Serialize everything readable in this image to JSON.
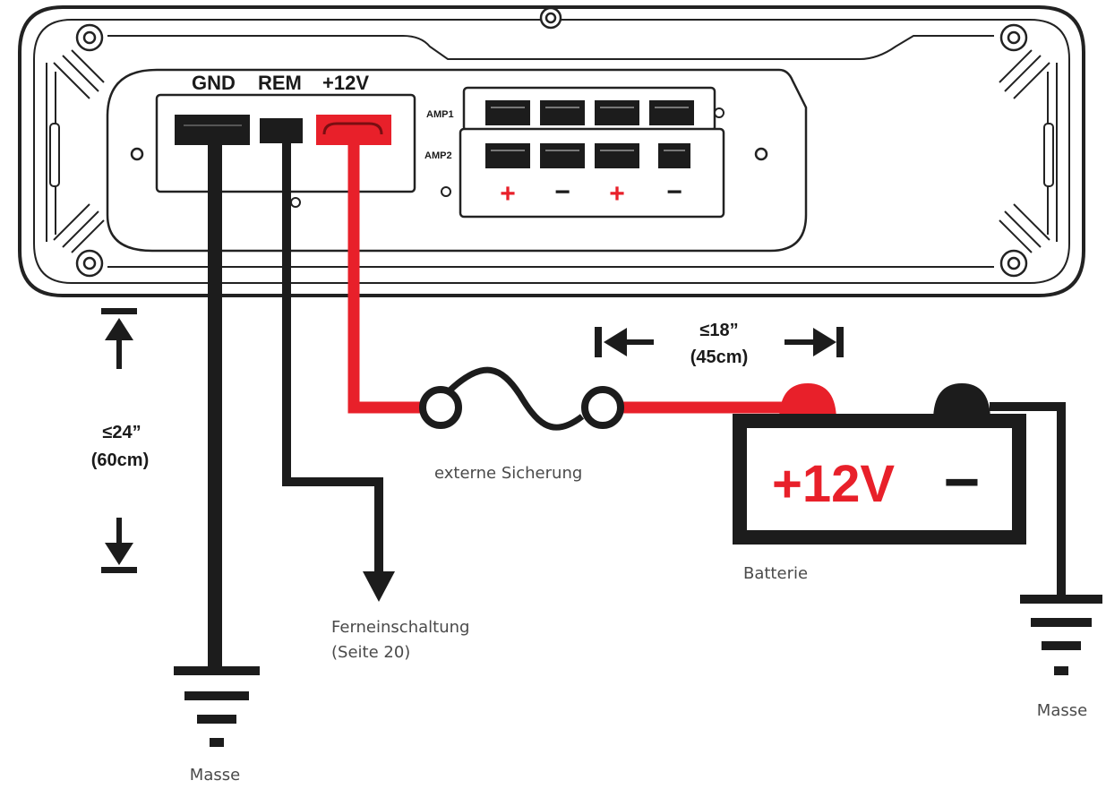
{
  "terminals": {
    "gnd": "GND",
    "rem": "REM",
    "plus12v": "+12V"
  },
  "speaker_blocks": {
    "amp1": "AMP1",
    "amp2": "AMP2",
    "polarity": [
      "+",
      "−",
      "+",
      "−"
    ]
  },
  "measurements": {
    "ground_max": "≤24”",
    "ground_max_metric": "(60cm)",
    "fuse_max": "≤18”",
    "fuse_max_metric": "(45cm)"
  },
  "labels": {
    "fuse": "externe Sicherung",
    "remote": "Ferneinschaltung",
    "remote_page": "(Seite 20)",
    "battery": "Batterie",
    "ground_left": "Masse",
    "ground_right": "Masse"
  },
  "battery": {
    "plus_label": "+12V",
    "minus_label": "−"
  },
  "colors": {
    "positive_wire": "#e8202a",
    "ground_wire": "#1c1c1c",
    "housing": "#222222"
  }
}
